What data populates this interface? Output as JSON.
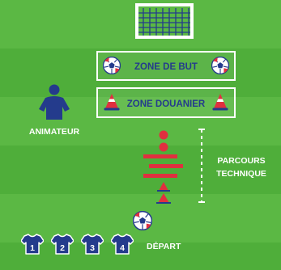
{
  "zones": {
    "goal_zone": "ZONE DE BUT",
    "defender_zone": "ZONE DOUANIER"
  },
  "labels": {
    "coach": "ANIMATEUR",
    "course_line1": "PARCOURS",
    "course_line2": "TECHNIQUE",
    "start": "DÉPART"
  },
  "players": [
    "1",
    "2",
    "3",
    "4"
  ],
  "colors": {
    "pitch": "#4fae3a",
    "pitch_stripe": "#5bb844",
    "navy": "#243b8c",
    "red": "#e0303f",
    "white": "#ffffff"
  }
}
